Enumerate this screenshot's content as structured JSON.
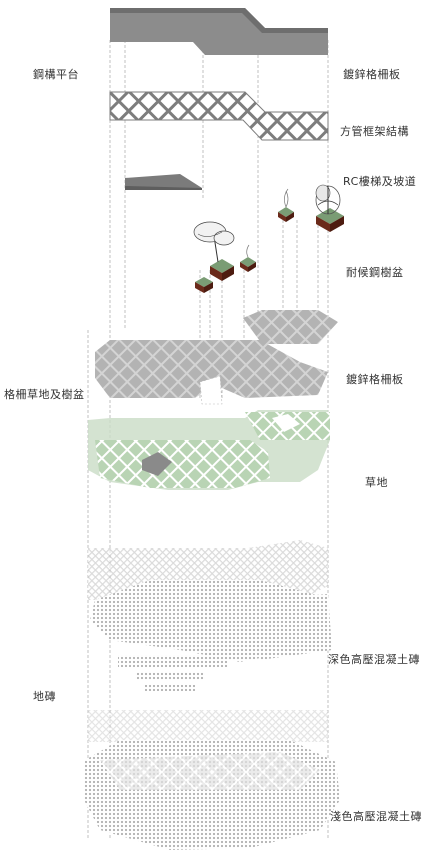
{
  "labels": {
    "steel_platform": "鋼構平台",
    "galvanized_grating_top": "鍍鋅格柵板",
    "square_tube_frame": "方管框架結構",
    "rc_stair_ramp": "RC樓梯及坡道",
    "weathering_steel_planters": "耐候鋼樹盆",
    "galvanized_grating_mid": "鍍鋅格柵板",
    "grid_lawn_and_planters": "格柵草地及樹盆",
    "lawn": "草地",
    "dark_pavers": "深色高壓混凝土磚",
    "ground_pavers": "地磚",
    "light_pavers": "淺色高壓混凝土磚"
  },
  "colors": {
    "slab_gray": "#8c8c8c",
    "grid_gray": "#a8a8a8",
    "lawn_green": "#c9dcc6",
    "lawn_dark": "#9fbf9a",
    "planter_brown": "#6b2a1a",
    "guide_line": "#9a9a9a",
    "text": "#333333"
  }
}
